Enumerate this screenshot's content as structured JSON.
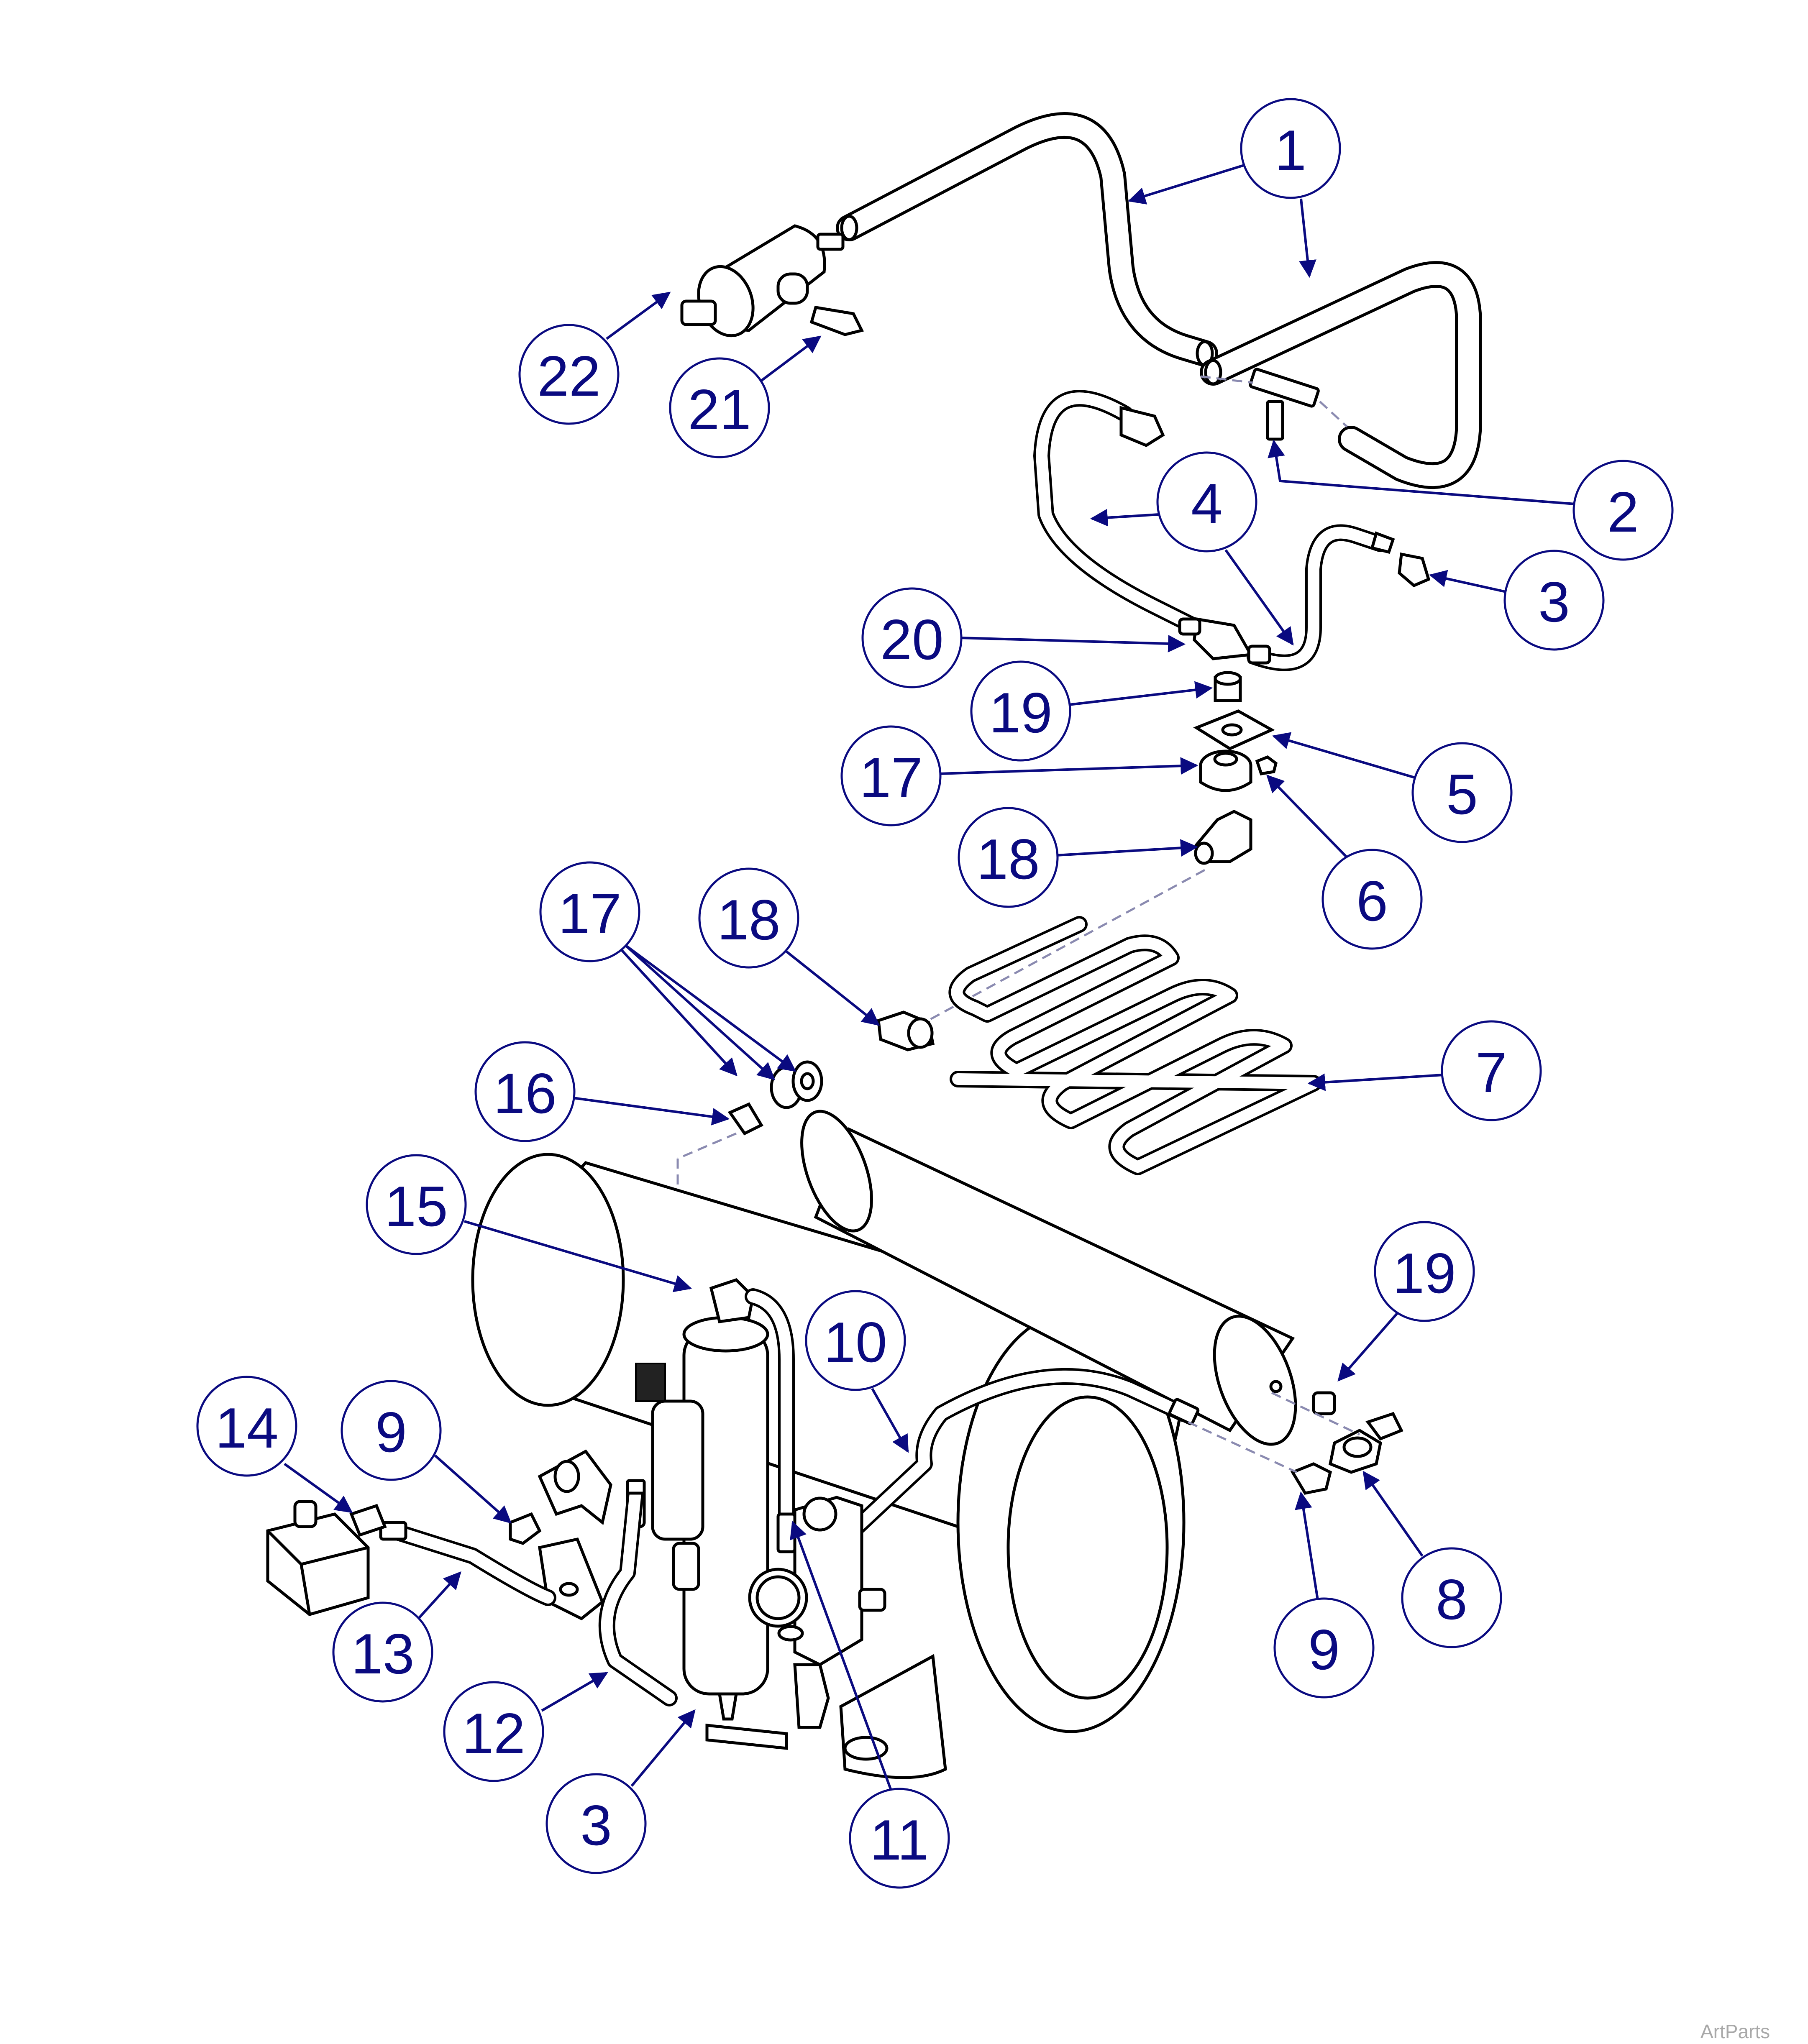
{
  "diagram": {
    "watermark": "ArtParts",
    "callouts": [
      {
        "id": "c1",
        "label": "1",
        "part": "tubing"
      },
      {
        "id": "c2",
        "label": "2",
        "part": "tee-fitting"
      },
      {
        "id": "c3a",
        "label": "3",
        "part": "elbow-fitting"
      },
      {
        "id": "c4",
        "label": "4",
        "part": "hose-assembly"
      },
      {
        "id": "c20",
        "label": "20",
        "part": "tee-block"
      },
      {
        "id": "c19a",
        "label": "19",
        "part": "bushing"
      },
      {
        "id": "c5",
        "label": "5",
        "part": "bracket"
      },
      {
        "id": "c17a",
        "label": "17",
        "part": "check-valve"
      },
      {
        "id": "c6",
        "label": "6",
        "part": "nut"
      },
      {
        "id": "c18a",
        "label": "18",
        "part": "elbow"
      },
      {
        "id": "c17b",
        "label": "17",
        "part": "check-valve"
      },
      {
        "id": "c18b",
        "label": "18",
        "part": "elbow"
      },
      {
        "id": "c16",
        "label": "16",
        "part": "nipple"
      },
      {
        "id": "c7",
        "label": "7",
        "part": "cooling-coil"
      },
      {
        "id": "c15",
        "label": "15",
        "part": "elbow-fitting"
      },
      {
        "id": "c19b",
        "label": "19",
        "part": "bushing"
      },
      {
        "id": "c10",
        "label": "10",
        "part": "hose"
      },
      {
        "id": "c14",
        "label": "14",
        "part": "pressure-switch"
      },
      {
        "id": "c9a",
        "label": "9",
        "part": "elbow"
      },
      {
        "id": "c13",
        "label": "13",
        "part": "hose"
      },
      {
        "id": "c12",
        "label": "12",
        "part": "hose"
      },
      {
        "id": "c3b",
        "label": "3",
        "part": "elbow-fitting"
      },
      {
        "id": "c11",
        "label": "11",
        "part": "hose"
      },
      {
        "id": "c9b",
        "label": "9",
        "part": "elbow"
      },
      {
        "id": "c8",
        "label": "8",
        "part": "drain-valve"
      },
      {
        "id": "c21",
        "label": "21",
        "part": "elbow"
      },
      {
        "id": "c22",
        "label": "22",
        "part": "muffler"
      }
    ]
  }
}
